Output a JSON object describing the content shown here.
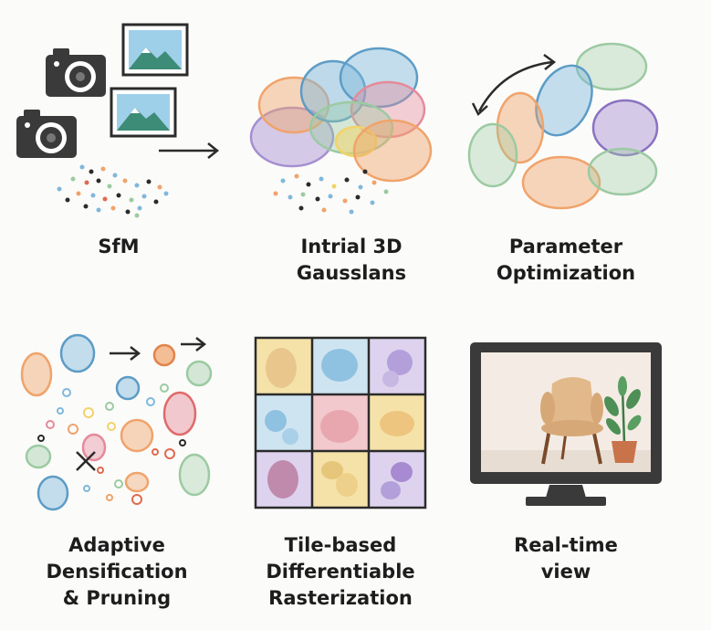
{
  "steps": [
    {
      "caption": "SfM",
      "illustration": "cameras-photos-point-cloud"
    },
    {
      "caption": "Intrial 3D\nGausslans",
      "illustration": "overlapping-gaussian-blobs"
    },
    {
      "caption": "Parameter\nOptimization",
      "illustration": "ellipses-with-curved-arrow"
    },
    {
      "caption": "Adaptive\nDensification\n& Pruning",
      "illustration": "blobs-arrow-and-cross"
    },
    {
      "caption": "Tile-based\nDifferentiable\nRasterization",
      "illustration": "3x3-tile-grid"
    },
    {
      "caption": "Real-time\nview",
      "illustration": "monitor-showing-chair-and-plant"
    }
  ],
  "colors": {
    "blue": "#7fb8dc",
    "orange": "#f0a36b",
    "purple": "#a58fd1",
    "pink": "#e58a9a",
    "green": "#9ccaa2",
    "yellow": "#f1d36a",
    "ink": "#2b2b2b",
    "camera": "#3a3a3a"
  }
}
